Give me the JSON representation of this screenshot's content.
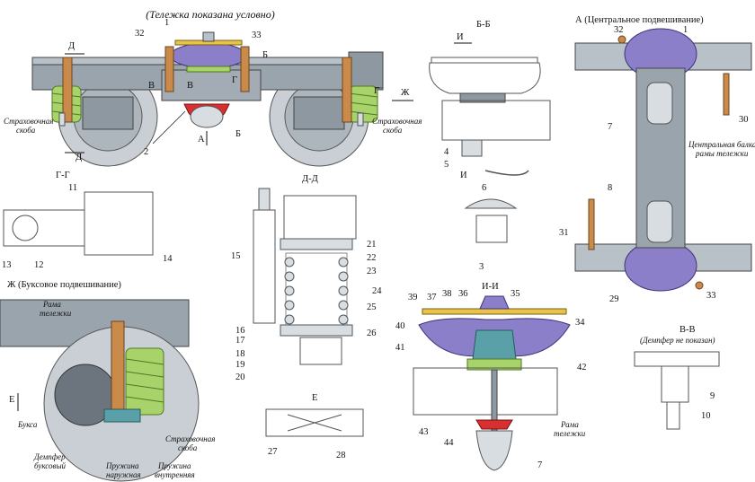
{
  "titles": {
    "main": "(Тележка показана условно)",
    "bb": "Б-Б",
    "a": "А (Центральное подвешивание)",
    "gg": "Г-Г",
    "dd": "Д-Д",
    "zh": "Ж (Буксовое подвешивание)",
    "ii": "И-И",
    "vv": "В-В",
    "vv_note": "(Демпфер не показан)",
    "e": "Е"
  },
  "captions": {
    "safety_left_1": "Страховочная",
    "safety_left_2": "скоба",
    "safety_right_1": "Страховочная",
    "safety_right_2": "скоба",
    "beam_1": "Центральная балка",
    "beam_2": "рамы тележки",
    "frame_zh_1": "Рама",
    "frame_zh_2": "тележки",
    "frame_ii_1": "Рама",
    "frame_ii_2": "тележки",
    "axlebox": "Букса",
    "damper_1": "Демпфер",
    "damper_2": "буксовый",
    "spring_outer_1": "Пружина",
    "spring_outer_2": "наружная",
    "spring_inner_1": "Пружина",
    "spring_inner_2": "внутренняя",
    "safety_zh_1": "Страховочная",
    "safety_zh_2": "скоба"
  },
  "section_letters": {
    "d_top": "Д",
    "d_bottom": "Д",
    "b_top": "Б",
    "b_bottom": "Б",
    "v_left": "В",
    "v_right": "В",
    "g_top": "Г",
    "g_right": "Г",
    "zh": "Ж",
    "a": "А",
    "i_top": "И",
    "i_bottom": "И",
    "e_arrow": "Е"
  },
  "numbers": [
    "1",
    "2",
    "3",
    "4",
    "5",
    "6",
    "7",
    "8",
    "9",
    "10",
    "11",
    "12",
    "13",
    "14",
    "15",
    "16",
    "17",
    "18",
    "19",
    "20",
    "21",
    "22",
    "23",
    "24",
    "25",
    "26",
    "27",
    "28",
    "29",
    "30",
    "31",
    "32",
    "33",
    "34",
    "35",
    "36",
    "37",
    "38",
    "39",
    "40",
    "41",
    "42",
    "43",
    "44"
  ],
  "a_view_numbers": {
    "n32": "32",
    "n1": "1",
    "n7": "7",
    "n30": "30",
    "n8": "8",
    "n31": "31",
    "n29": "29",
    "n33": "33"
  },
  "main_numbers": {
    "n1": "1",
    "n32": "32",
    "n33": "33",
    "n2": "2"
  },
  "colors": {
    "frame_gray": "#9aa4ad",
    "frame_dark": "#6c757d",
    "air_spring": "#8a7fc8",
    "coil_green": "#a8d36a",
    "damper_orange": "#c98a4a",
    "safety_red": "#d83030",
    "steel_light": "#d8dde2",
    "yellow_part": "#e8c24a"
  }
}
